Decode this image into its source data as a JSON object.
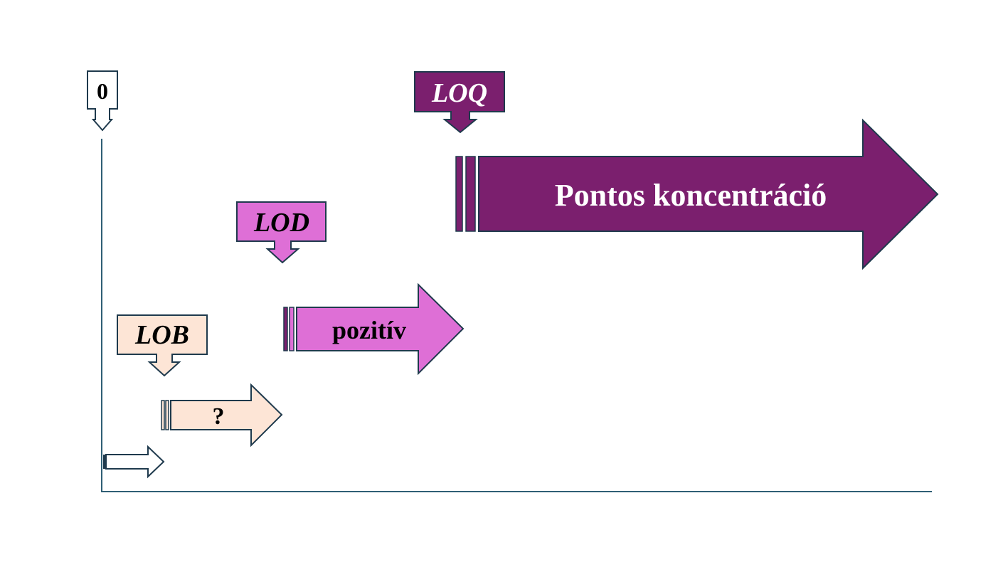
{
  "diagram": {
    "zero_label": "0",
    "levels": [
      {
        "key": "lob",
        "marker": "LOB",
        "arrow_text": "?"
      },
      {
        "key": "lod",
        "marker": "LOD",
        "arrow_text": "pozitív"
      },
      {
        "key": "loq",
        "marker": "LOQ",
        "arrow_text": "Pontos koncentráció"
      }
    ]
  },
  "colors": {
    "outline": "#1f3a4d",
    "axis": "#2f5f75",
    "blank": "#ffffff",
    "lob_fill": "#fde5d6",
    "lod_fill": "#de6fd6",
    "loq_fill": "#7b1f6e",
    "text_dark": "#000000",
    "text_light": "#ffffff"
  }
}
